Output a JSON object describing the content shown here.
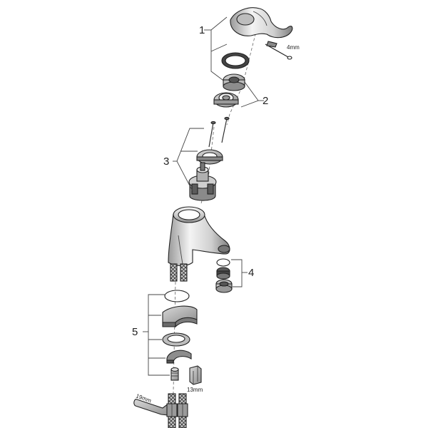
{
  "callouts": {
    "c1": "1",
    "c2": "2",
    "c3": "3",
    "c4": "4",
    "c5": "5"
  },
  "dimensions": {
    "hex_key": "4mm",
    "wrench_13": "13mm",
    "wrench_19": "19mm"
  }
}
